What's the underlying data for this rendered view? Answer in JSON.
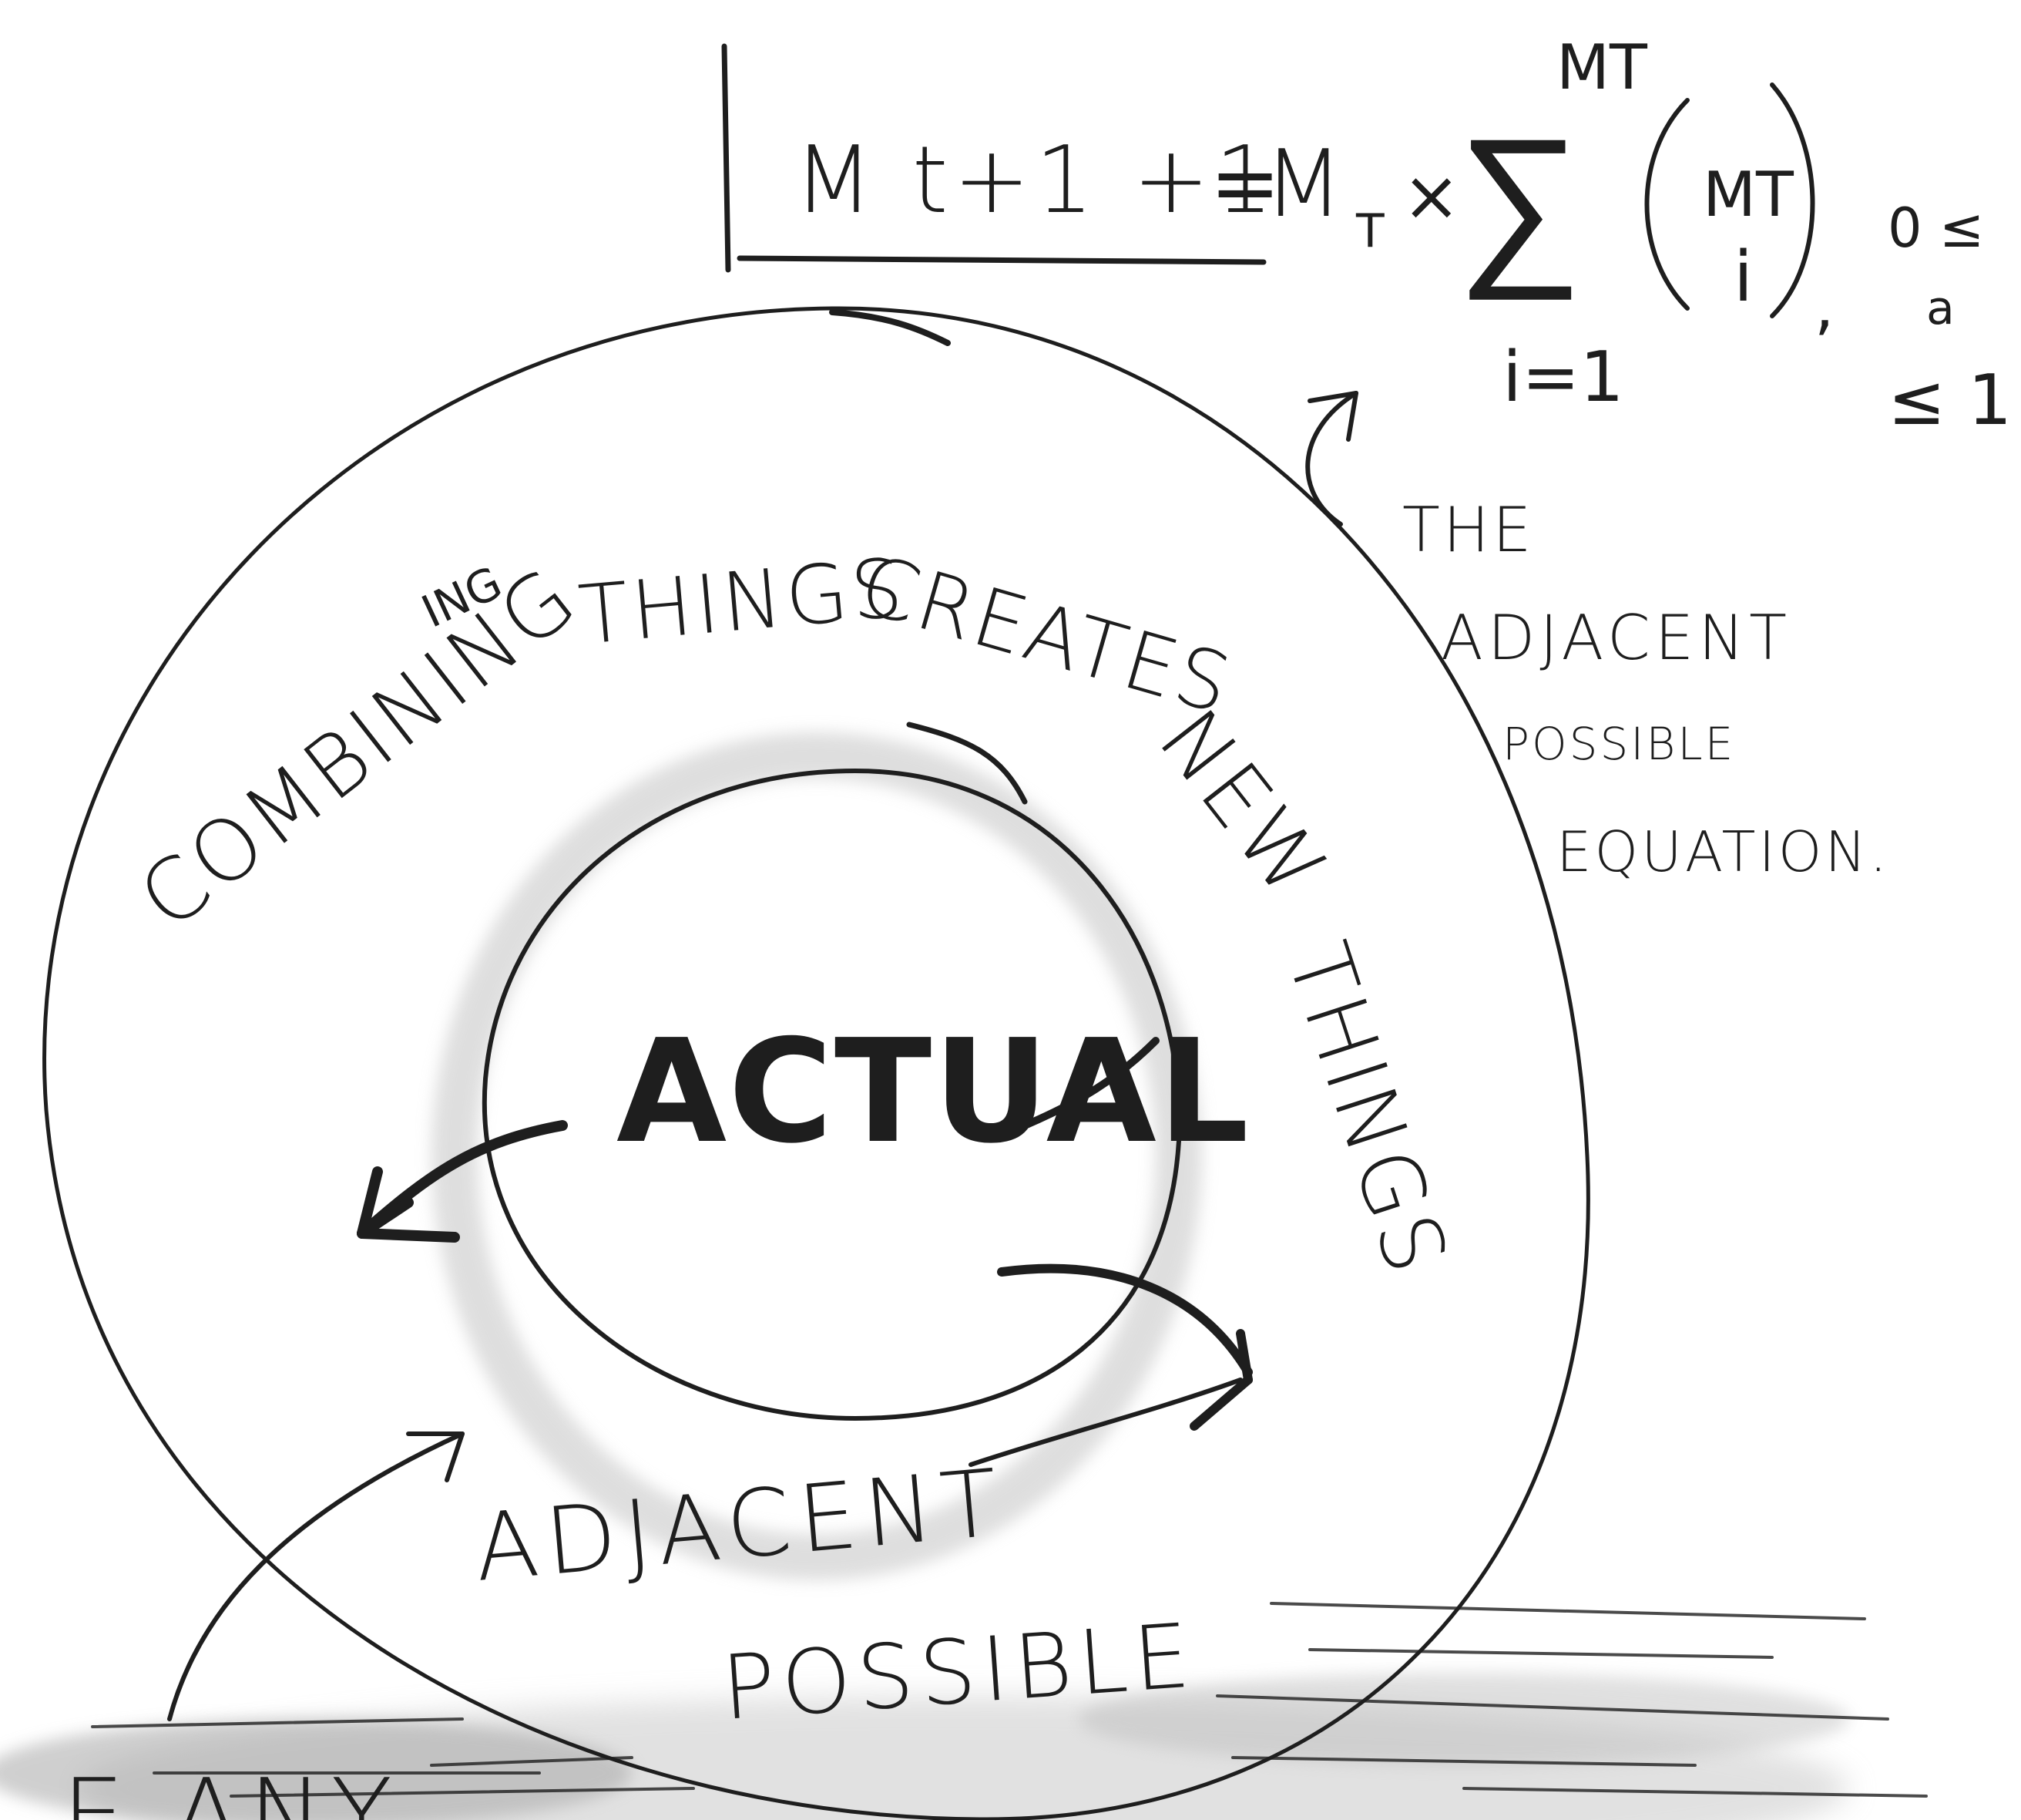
{
  "formula": {
    "lhs": "M t+1 +1",
    "equals": "=",
    "rhs_m": "M",
    "rhs_sub": "T",
    "times": "×",
    "sigma": "∑",
    "sum_upper": "MT",
    "sum_lower": "i=1",
    "binom_top": "MT",
    "binom_bottom": "i",
    "cond_top": "0 ≤",
    "cond_mid": "a",
    "cond_bottom": "≤ 1"
  },
  "annotation": {
    "line1": "THE",
    "line2": "ADJACENT",
    "line3": "POSSIBLE",
    "line4": "EQUATION."
  },
  "outer_ring_text": {
    "superscript": "ING",
    "combining": "COMBINIΝG",
    "things": "THINGS",
    "creates": "CREATES",
    "new": "NEW",
    "things2": "THINGS"
  },
  "center_label": "ACTUAL",
  "outer_label": {
    "line1": "ADJACENT",
    "line2": "POSSIBLE"
  },
  "bottom_fragment": "E ANY",
  "colors": {
    "ink": "#1e1e1e",
    "paper": "#ffffff",
    "shadow": "#bdbdbd"
  }
}
